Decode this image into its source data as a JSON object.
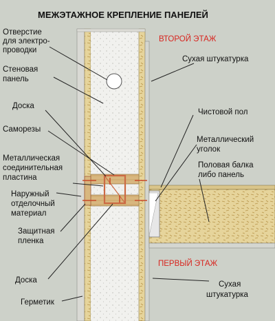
{
  "title": "МЕЖЭТАЖНОЕ КРЕПЛЕНИЕ ПАНЕЛЕЙ",
  "floors": {
    "upper": "ВТОРОЙ ЭТАЖ",
    "lower": "ПЕРВЫЙ ЭТАЖ"
  },
  "labels_left": {
    "hole": [
      "Отверстие",
      "для электро-",
      "проводки"
    ],
    "wall_panel": [
      "Стеновая",
      "панель"
    ],
    "board_top": [
      "Доска"
    ],
    "screws": [
      "Саморезы"
    ],
    "metal_plate": [
      "Металлическая",
      "соединительная",
      "пластина"
    ],
    "finish_material": [
      "Наружный",
      "отделочный",
      "материал"
    ],
    "protective_film": [
      "Защитная",
      "пленка"
    ],
    "board_bottom": [
      "Доска"
    ],
    "sealant": [
      "Герметик"
    ]
  },
  "labels_right": {
    "drywall_top": [
      "Сухая штукатурка"
    ],
    "finish_floor": [
      "Чистовой пол"
    ],
    "metal_angle": [
      "Металлический",
      "уголок"
    ],
    "floor_beam": [
      "Половая балка",
      "либо панель"
    ],
    "drywall_bottom": [
      "Сухая",
      "штукатурка"
    ]
  },
  "colors": {
    "background": "#cdd1c9",
    "foam": "#f1f1ee",
    "board": "#d8b77f",
    "panel": "#e6d49b",
    "metal": "#cc6a44",
    "floor_label": "#d8251f"
  }
}
